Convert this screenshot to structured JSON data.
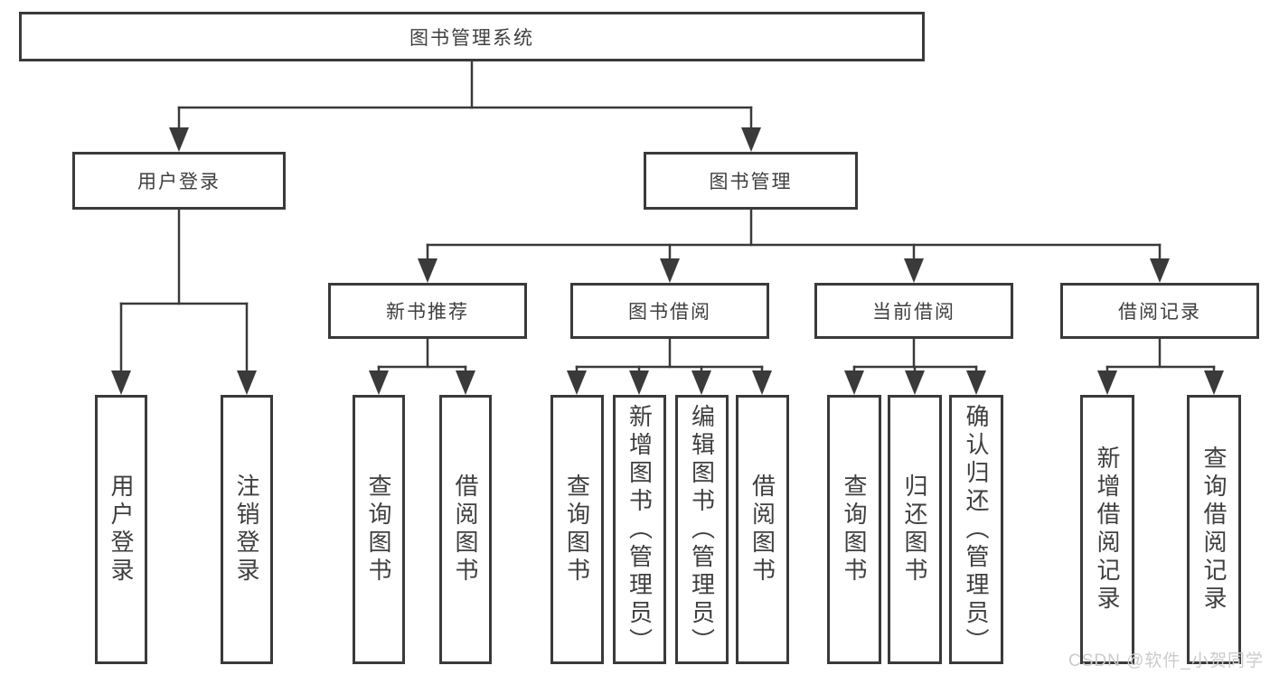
{
  "tree": {
    "root": {
      "label": "图书管理系统"
    },
    "branches": [
      {
        "label": "用户登录",
        "children": [
          {
            "label": "用户登录"
          },
          {
            "label": "注销登录"
          }
        ]
      },
      {
        "label": "图书管理",
        "children": [
          {
            "label": "新书推荐",
            "children": [
              {
                "label": "查询图书"
              },
              {
                "label": "借阅图书"
              }
            ]
          },
          {
            "label": "图书借阅",
            "children": [
              {
                "label": "查询图书"
              },
              {
                "label": "新增图书（管理员）"
              },
              {
                "label": "编辑图书（管理员）"
              },
              {
                "label": "借阅图书"
              }
            ]
          },
          {
            "label": "当前借阅",
            "children": [
              {
                "label": "查询图书"
              },
              {
                "label": "归还图书"
              },
              {
                "label": "确认归还（管理员）"
              }
            ]
          },
          {
            "label": "借阅记录",
            "children": [
              {
                "label": "新增借阅记录"
              },
              {
                "label": "查询借阅记录"
              }
            ]
          }
        ]
      }
    ]
  },
  "watermark": "CSDN @软件_小贺同学",
  "colors": {
    "line": "#3a3a3a",
    "text": "#3f3f3f",
    "box_background": "#ffffff",
    "page_background": "#ffffff",
    "watermark": "#cbcbcb"
  }
}
